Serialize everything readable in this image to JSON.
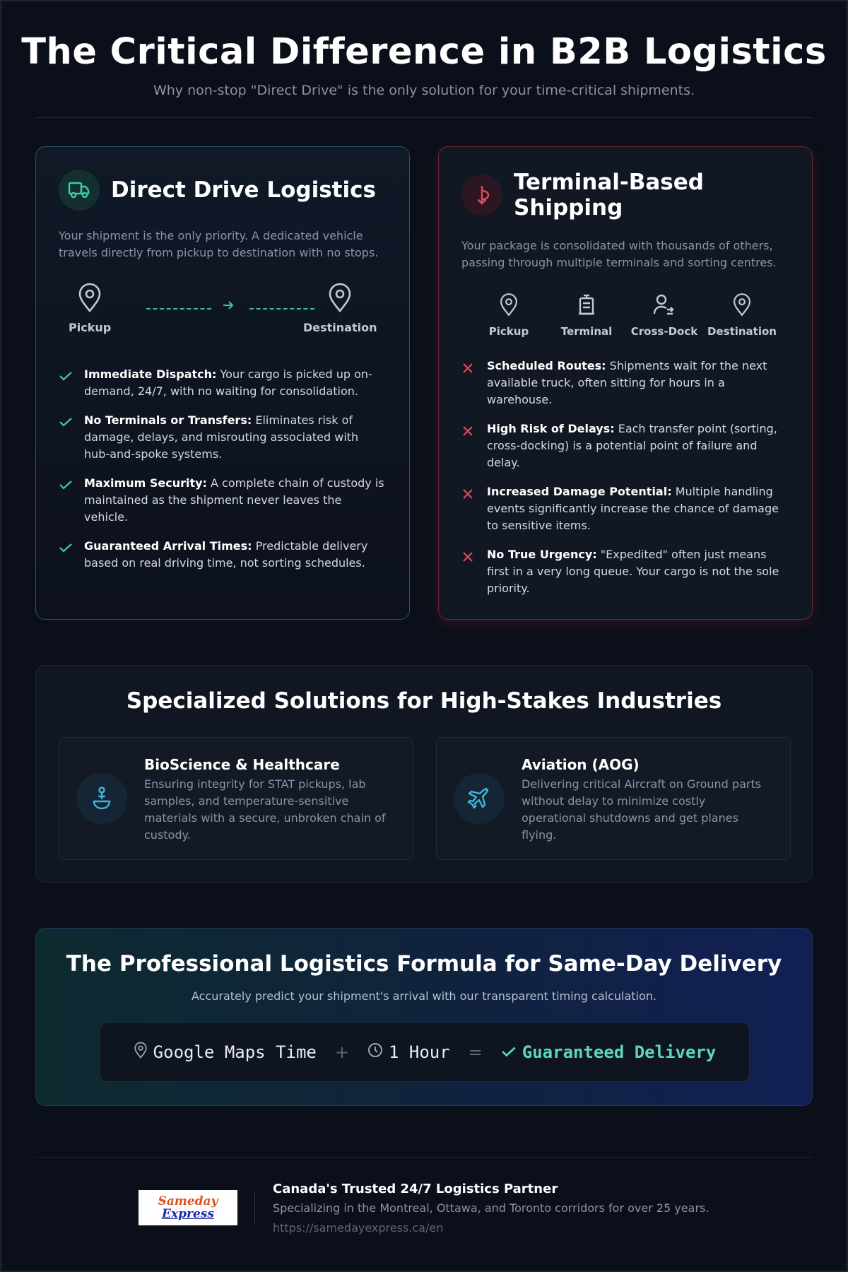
{
  "header": {
    "title": "The Critical Difference in B2B Logistics",
    "subtitle": "Why non-stop \"Direct Drive\" is the only solution for your time-critical shipments."
  },
  "direct": {
    "icon": "truck-icon",
    "title": "Direct Drive Logistics",
    "description": "Your shipment is the only priority. A dedicated vehicle travels directly from pickup to destination with no stops.",
    "route": {
      "start": "Pickup",
      "end": "Destination"
    },
    "items": [
      {
        "label": "Immediate Dispatch:",
        "text": " Your cargo is picked up on-demand, 24/7, with no waiting for consolidation."
      },
      {
        "label": "No Terminals or Transfers:",
        "text": " Eliminates risk of damage, delays, and misrouting associated with hub-and-spoke systems."
      },
      {
        "label": "Maximum Security:",
        "text": " A complete chain of custody is maintained as the shipment never leaves the vehicle."
      },
      {
        "label": "Guaranteed Arrival Times:",
        "text": " Predictable delivery based on real driving time, not sorting schedules."
      }
    ]
  },
  "terminal": {
    "icon": "route-split-icon",
    "title_line1": "Terminal-Based",
    "title_line2": "Shipping",
    "description": "Your package is consolidated with thousands of others, passing through multiple terminals and sorting centres.",
    "route": [
      "Pickup",
      "Terminal",
      "Cross-Dock",
      "Destination"
    ],
    "items": [
      {
        "label": "Scheduled Routes:",
        "text": " Shipments wait for the next available truck, often sitting for hours in a warehouse."
      },
      {
        "label": "High Risk of Delays:",
        "text": " Each transfer point (sorting, cross-docking) is a potential point of failure and delay."
      },
      {
        "label": "Increased Damage Potential:",
        "text": " Multiple handling events significantly increase the chance of damage to sensitive items."
      },
      {
        "label": "No True Urgency:",
        "text": " \"Expedited\" often just means first in a very long queue. Your cargo is not the sole priority."
      }
    ]
  },
  "industries": {
    "title": "Specialized Solutions for High-Stakes Industries",
    "cards": [
      {
        "icon": "microscope-icon",
        "title": "BioScience & Healthcare",
        "description": "Ensuring integrity for STAT pickups, lab samples, and temperature-sensitive materials with a secure, unbroken chain of custody."
      },
      {
        "icon": "plane-icon",
        "title": "Aviation (AOG)",
        "description": "Delivering critical Aircraft on Ground parts without delay to minimize costly operational shutdowns and get planes flying."
      }
    ]
  },
  "formula": {
    "title": "The Professional Logistics Formula for Same-Day Delivery",
    "subtitle": "Accurately predict your shipment's arrival with our transparent timing calculation.",
    "term1": "Google Maps Time",
    "plus": "+",
    "term2": "1 Hour",
    "equals": "=",
    "result": "Guaranteed Delivery"
  },
  "footer": {
    "logo_top": "Sameday",
    "logo_bottom": "Express",
    "title": "Canada's Trusted 24/7 Logistics Partner",
    "subtitle": "Specializing in the Montreal, Ottawa, and Toronto corridors for over 25 years.",
    "url": "https://samedayexpress.ca/en"
  },
  "colors": {
    "background": "#0b0f19",
    "teal_accent": "#3fb8a0",
    "red_accent": "#e0485f",
    "formula_result": "#5ed6b9"
  }
}
